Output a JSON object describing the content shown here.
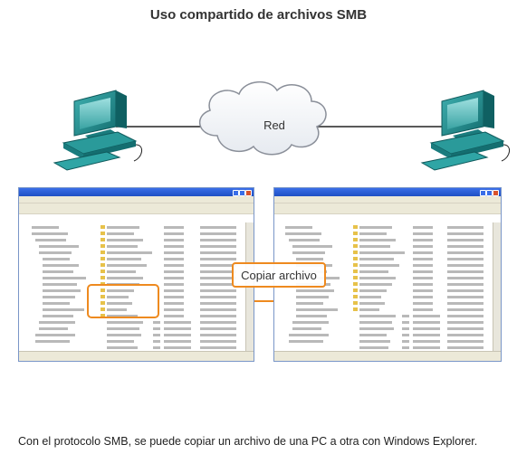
{
  "title": "Uso compartido de archivos SMB",
  "network_label": "Red",
  "copy_label": "Copiar archivo",
  "caption": "Con el protocolo SMB, se puede copiar un archivo de una PC a otra con Windows Explorer.",
  "colors": {
    "accent_orange": "#ee8a1f",
    "link_line": "#222222",
    "computer_teal": "#1f8a8a",
    "xp_blue": "#2556d2"
  },
  "icons": [
    "desktop-computer-icon",
    "cloud-icon",
    "arrow-icon",
    "folder-icon"
  ]
}
